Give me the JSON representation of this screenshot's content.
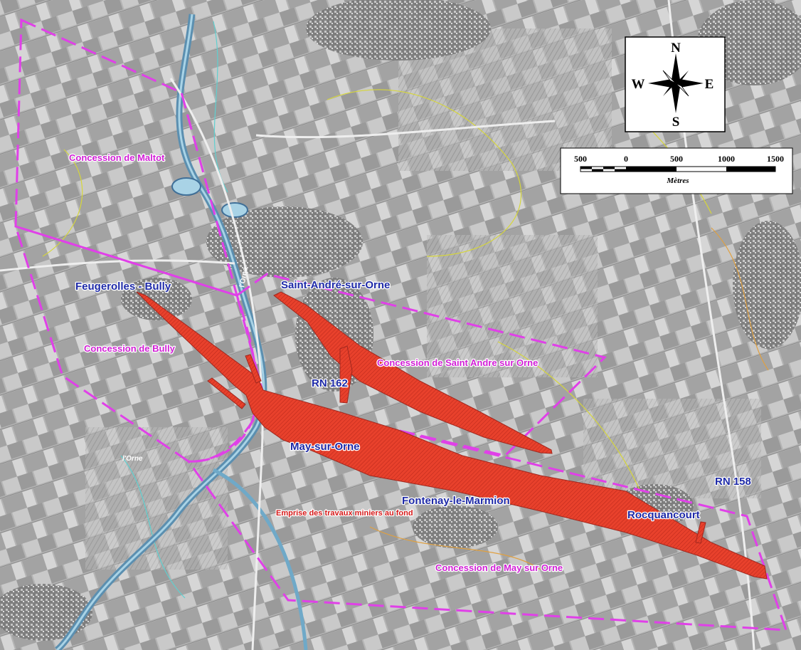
{
  "colors": {
    "concession_boundary": "#e040e8",
    "mining_works": "#e8412c",
    "town_label": "#1e2aa8",
    "concession_label": "#d11fd6",
    "works_label": "#d51a1a",
    "water": "#6fa9c8"
  },
  "towns": [
    {
      "id": "feugerolles",
      "label": "Feugerolles - Bully"
    },
    {
      "id": "saint-andre",
      "label": "Saint-André-sur-Orne"
    },
    {
      "id": "may",
      "label": "May-sur-Orne"
    },
    {
      "id": "fontenay",
      "label": "Fontenay-le-Marmion"
    },
    {
      "id": "rocquancourt",
      "label": "Rocquancourt"
    }
  ],
  "concessions": [
    {
      "id": "maltot",
      "label": "Concession de Maltot"
    },
    {
      "id": "bully",
      "label": "Concession de Bully"
    },
    {
      "id": "saint-andre",
      "label": "Concession de Saint Andre sur Orne"
    },
    {
      "id": "may",
      "label": "Concession de May sur Orne"
    }
  ],
  "roads": [
    {
      "id": "rn162",
      "label": "RN 162"
    },
    {
      "id": "rn158",
      "label": "RN 158"
    }
  ],
  "rivers": [
    {
      "id": "orne-north",
      "label": "l'Orne"
    },
    {
      "id": "orne-south",
      "label": "l'Orne"
    }
  ],
  "annotation": {
    "mining_works": "Emprise des travaux miniers au fond"
  },
  "compass": {
    "north": "N",
    "south": "S",
    "east": "E",
    "west": "W",
    "icon": "compass-rose-icon"
  },
  "scale_bar": {
    "ticks": [
      "500",
      "0",
      "500",
      "1000",
      "1500"
    ],
    "unit": "Mètres"
  }
}
